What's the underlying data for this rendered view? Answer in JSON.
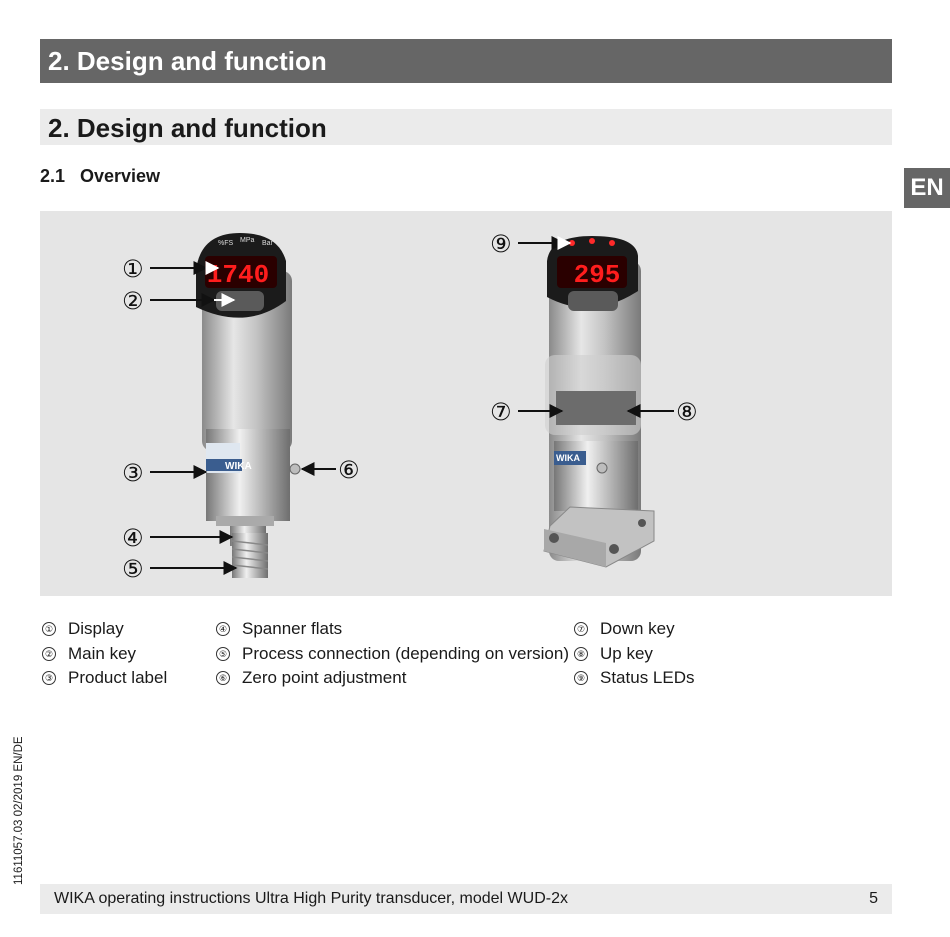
{
  "header": {
    "main_title": "2. Design and function",
    "section_title": "2. Design and function"
  },
  "section": {
    "number": "2.1",
    "title": "Overview"
  },
  "language_tab": "EN",
  "figure": {
    "callouts": [
      "①",
      "②",
      "③",
      "④",
      "⑤",
      "⑥",
      "⑦",
      "⑧",
      "⑨"
    ],
    "left_display_value": "1740",
    "right_display_value": "295",
    "left_unit_labels": [
      "%FS",
      "MPa",
      "Bar"
    ],
    "brand": "WIKA"
  },
  "legend": {
    "col1": [
      {
        "marker": "①",
        "label": "Display"
      },
      {
        "marker": "②",
        "label": "Main key"
      },
      {
        "marker": "③",
        "label": "Product label"
      }
    ],
    "col2": [
      {
        "marker": "④",
        "label": "Spanner flats"
      },
      {
        "marker": "⑤",
        "label": "Process connection (depending on version)"
      },
      {
        "marker": "⑥",
        "label": "Zero point adjustment"
      }
    ],
    "col3": [
      {
        "marker": "⑦",
        "label": "Down key"
      },
      {
        "marker": "⑧",
        "label": "Up key"
      },
      {
        "marker": "⑨",
        "label": "Status LEDs"
      }
    ]
  },
  "side_code": "11611057.03 02/2019 EN/DE",
  "footer": {
    "title": "WIKA operating instructions Ultra High Purity transducer, model WUD-2x",
    "page": "5"
  }
}
